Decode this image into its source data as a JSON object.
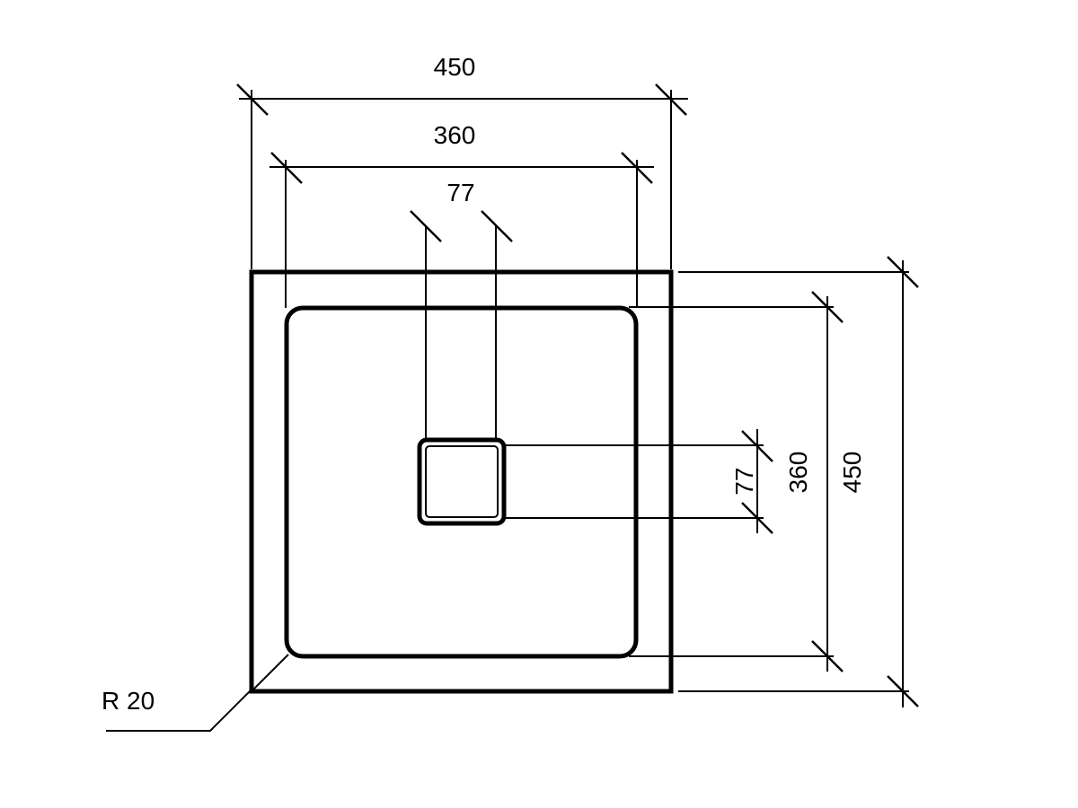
{
  "drawing": {
    "dimensions": {
      "outer_width": "450",
      "inner_width": "360",
      "drain_width": "77",
      "outer_height": "450",
      "inner_height": "360",
      "drain_height": "77"
    },
    "corner_radius_label": "R 20",
    "line_color": "#000000",
    "background": "#ffffff"
  }
}
